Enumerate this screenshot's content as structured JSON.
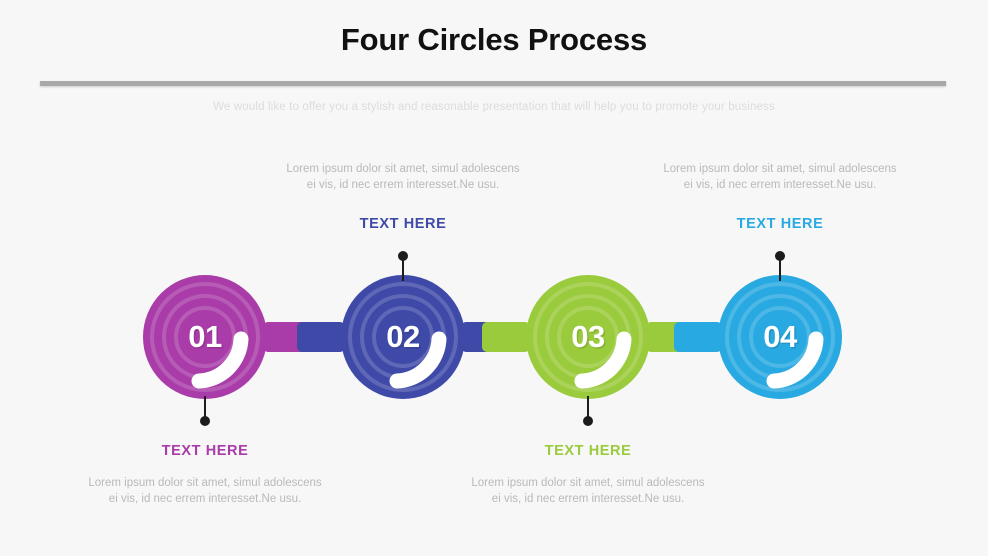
{
  "header": {
    "title": "Four Circles Process",
    "subtitle": "We would like to offer you a stylish and reasonable presentation that will help you to promote your business"
  },
  "colors": {
    "background": "#f7f7f7",
    "title": "#111111",
    "subtitle": "#dcdcdc",
    "divider": "#a8a8a8",
    "body_text": "#b9b9b9",
    "pin": "#1c1c1c",
    "numeral": "#ffffff",
    "arc": "#ffffff"
  },
  "steps": [
    {
      "number": "01",
      "heading": "TEXT HERE",
      "body": "Lorem ipsum dolor sit amet, simul adolescens ei vis, id nec errem interesset.Ne usu.",
      "color": "#a93ca8",
      "position": "below"
    },
    {
      "number": "02",
      "heading": "TEXT HERE",
      "body": "Lorem ipsum dolor sit amet, simul adolescens ei vis, id nec errem interesset.Ne usu.",
      "color": "#3f4aa8",
      "position": "above"
    },
    {
      "number": "03",
      "heading": "TEXT HERE",
      "body": "Lorem ipsum dolor sit amet, simul adolescens ei vis, id nec errem interesset.Ne usu.",
      "color": "#9acb3c",
      "position": "below"
    },
    {
      "number": "04",
      "heading": "TEXT HERE",
      "body": "Lorem ipsum dolor sit amet, simul adolescens ei vis, id nec errem interesset.Ne usu.",
      "color": "#29a9e1",
      "position": "above"
    }
  ]
}
